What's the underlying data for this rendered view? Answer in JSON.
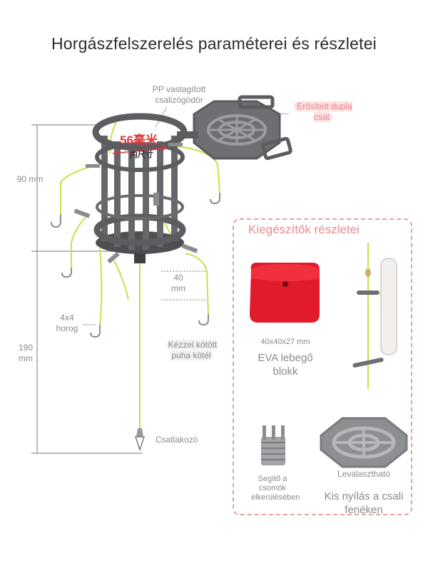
{
  "title": "Horgászfelszerelés paraméterei és részletei",
  "labels": {
    "cage": "PP vastagított csalizógödör",
    "clasp": "Erősített dupla csat",
    "inner_size_value": "56毫米",
    "inner_size_unit": "内尺寸",
    "dim_top": "90 mm",
    "dim_bottom": "190 mm",
    "dim_hook": "40 mm",
    "hook": "4x4 horog",
    "rope": "Kézzel kötött puha kötél",
    "connector": "Csatlakozó"
  },
  "accessories": {
    "title": "Kiegészítők részletei",
    "block_size": "40x40x27 mm",
    "block_name": "EVA lebegő blokk",
    "spring_note": "Segítő a csomók elkerülésében",
    "detachable": "Leválasztható",
    "bottom_note": "Kis nyílás a csali fenéken"
  },
  "colors": {
    "cage": "#5c5d60",
    "line": "#c8e14a",
    "accent": "#ea8b8b",
    "block": "#e21b2c"
  }
}
